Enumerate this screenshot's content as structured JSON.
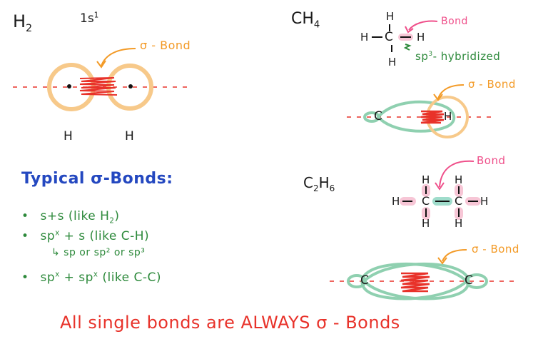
{
  "h2": {
    "formula": "H",
    "formula_sub": "2",
    "config": "1s",
    "config_sup": "1",
    "sigma_label": "σ - Bond",
    "atom_left": "H",
    "atom_right": "H"
  },
  "ch4": {
    "formula": "CH",
    "formula_sub": "4",
    "atoms": {
      "top": "H",
      "left": "H",
      "center": "C",
      "right": "H",
      "bottom": "H"
    },
    "bond_label": "Bond",
    "hybrid_prefix": "sp",
    "hybrid_sup": "3",
    "hybrid_suffix": "- hybridized",
    "sigma_label": "σ - Bond",
    "orbital_c": "C",
    "orbital_h": "H"
  },
  "c2h6": {
    "formula_c": "C",
    "formula_c_sub": "2",
    "formula_h": "H",
    "formula_h_sub": "6",
    "atoms": {
      "left_h": "H",
      "c1": "C",
      "c2": "C",
      "right_h": "H",
      "c1_top": "H",
      "c1_bottom": "H",
      "c2_top": "H",
      "c2_bottom": "H"
    },
    "bond_label": "Bond",
    "sigma_label": "σ - Bond",
    "orbital_c_left": "C",
    "orbital_c_right": "C"
  },
  "typical": {
    "heading": "Typical σ-Bonds:",
    "items": [
      {
        "bullet": "•",
        "text": "s+s (like H",
        "sub": "2",
        "tail": ")"
      },
      {
        "bullet": "•",
        "text": "sp",
        "sup": "x",
        "tail": " + s (like C-H)"
      },
      {
        "note": "↳ sp or sp² or sp³"
      },
      {
        "bullet": "•",
        "text": "sp",
        "sup": "x",
        "mid": " + sp",
        "sup2": "x",
        "tail": "  (like C-C)"
      }
    ]
  },
  "footer": {
    "statement": "All single bonds are ALWAYS σ - Bonds"
  },
  "colors": {
    "text": "#1a1a1a",
    "sigma_orange": "#f39a26",
    "orbital_s": "#f7c98a",
    "orbital_sp": "#8fd0b0",
    "overlap_red": "#e8322a",
    "bond_pink": "#ef4f8a",
    "highlight_pink": "#f7c6d6",
    "highlight_teal": "#9fdccb",
    "hybrid_green": "#2e8a3c",
    "heading_blue": "#2448c0"
  }
}
